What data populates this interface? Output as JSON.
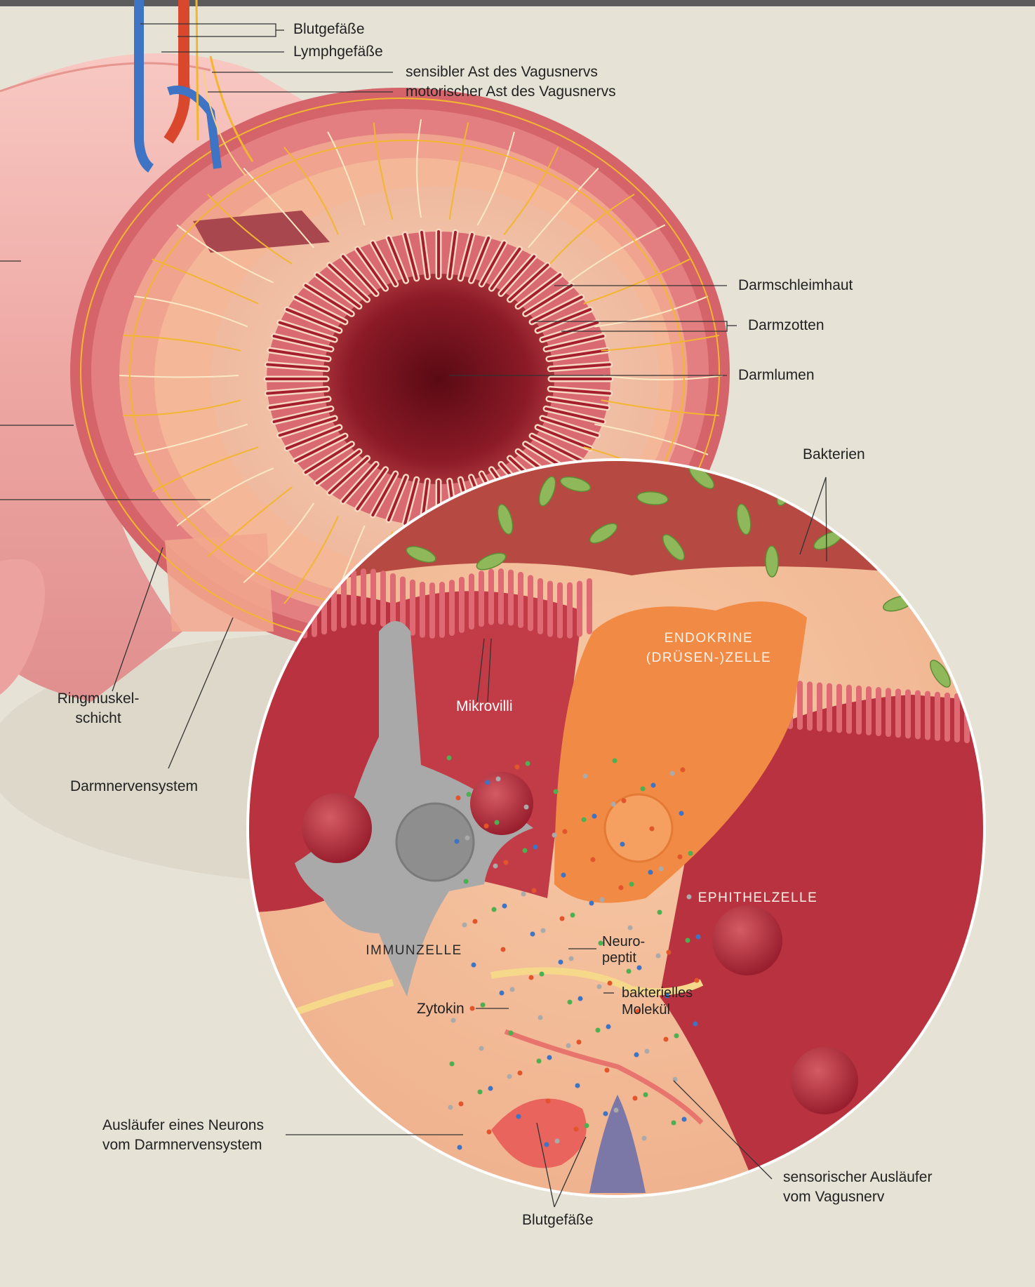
{
  "labels": {
    "blutgefaesse_top": "Blutgefäße",
    "lymphgefaesse": "Lymphgefäße",
    "sensibler_ast": "sensibler Ast des Vagusnervs",
    "motorischer_ast": "motorischer Ast des Vagusnervs",
    "darmschleimhaut": "Darmschleimhaut",
    "darmzotten": "Darmzotten",
    "darmlumen": "Darmlumen",
    "bakterien": "Bakterien",
    "ringmuskel_1": "Ringmuskel-",
    "ringmuskel_2": "schicht",
    "darmnervensystem": "Darmnervensystem",
    "mikrovilli": "Mikrovilli",
    "endokrine_1": "ENDOKRINE",
    "endokrine_2": "(DRÜSEN-)ZELLE",
    "ephithelzelle": "EPHITHELZELLE",
    "immunzelle": "IMMUNZELLE",
    "neuropeptit_1": "Neuro-",
    "neuropeptit_2": "peptit",
    "bakt_molekuel_1": "bakterielles",
    "bakt_molekuel_2": "Molekül",
    "zytokin": "Zytokin",
    "auslaeufer_neuron_1": "Ausläufer eines Neurons",
    "auslaeufer_neuron_2": "vom Darmnervensystem",
    "sensorischer_1": "sensorischer Ausläufer",
    "sensorischer_2": "vom Vagusnerv",
    "blutgefaesse_bottom": "Blutgefäße"
  },
  "colors": {
    "background": "#e6e2d6",
    "top_bar": "#5c5c5c",
    "intestine_outer": "#f1b4b0",
    "muscle": "#d4646a",
    "mucosa": "#f4cdb0",
    "lumen": "#7a1420",
    "epithel_cell": "#b8333f",
    "endocrine_cell": "#f08a44",
    "immune_cell": "#a9a9a9",
    "bacteria": "#8fb85a",
    "nerve": "#f2b630",
    "blood_vessel_red": "#d9472c",
    "lymph_vessel_blue": "#3f74c4"
  }
}
